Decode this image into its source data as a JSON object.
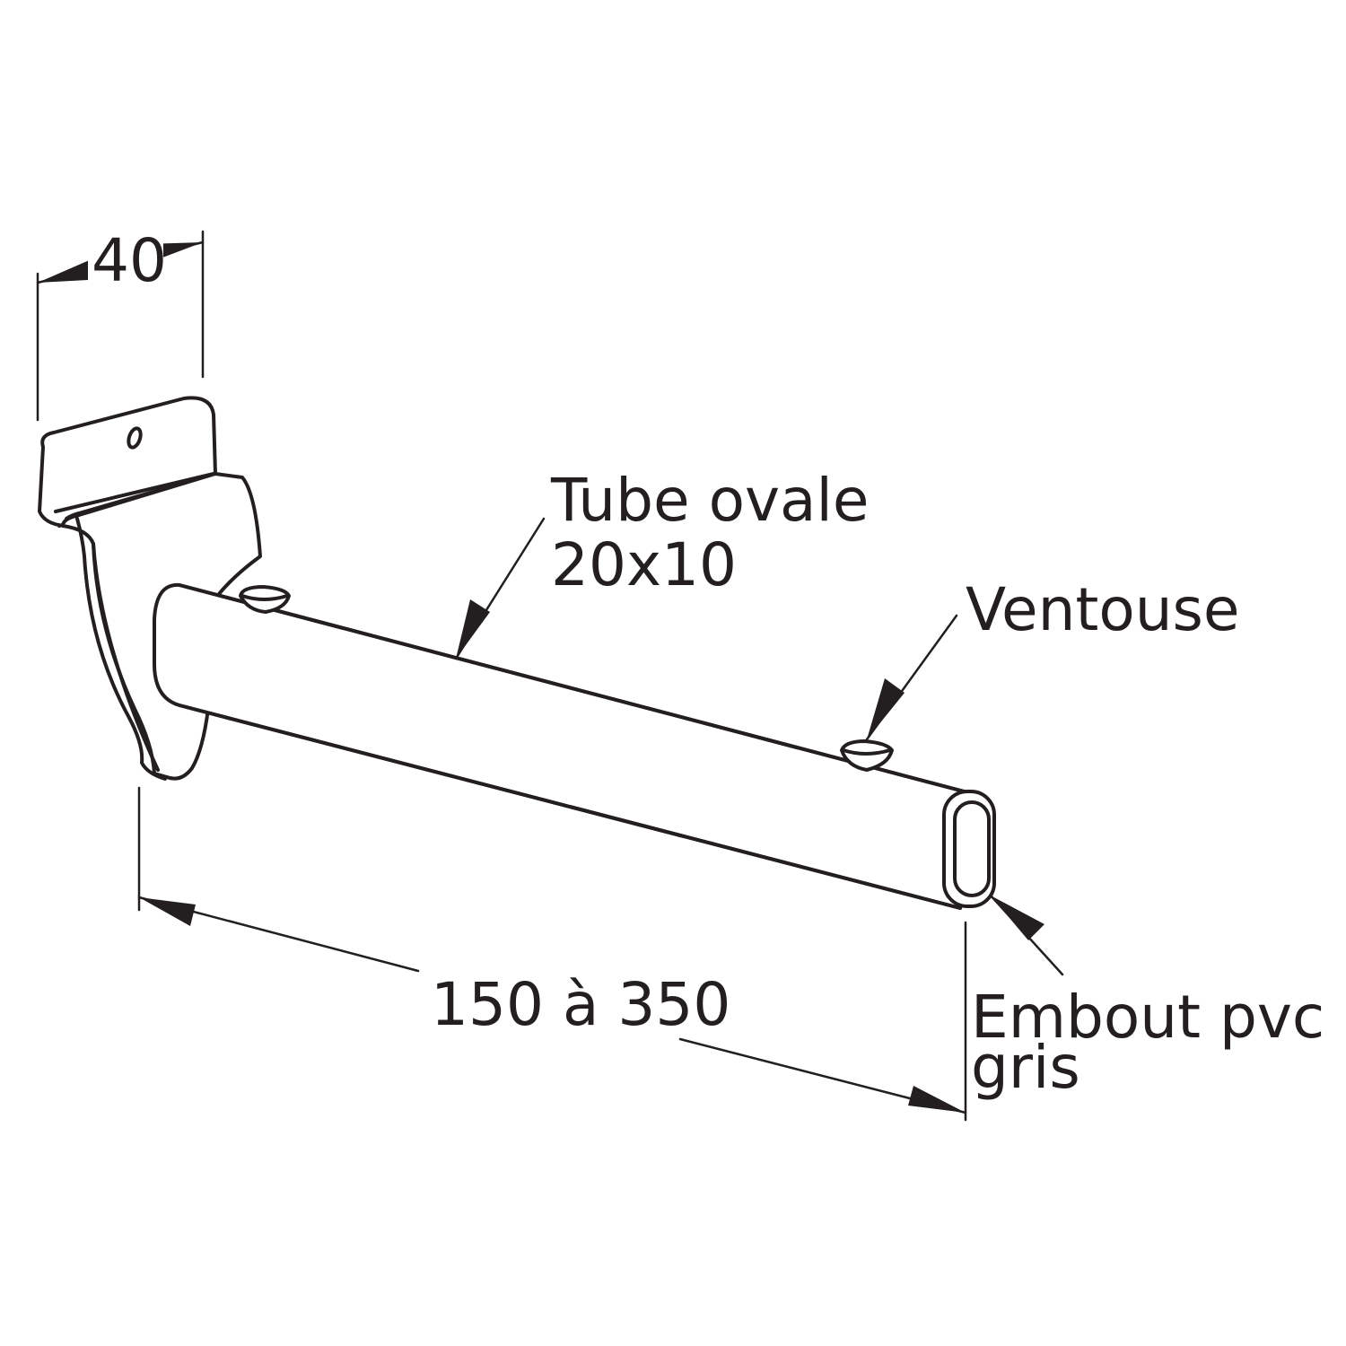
{
  "diagram": {
    "width_dimension": "40",
    "tube_label_line1": "Tube ovale",
    "tube_label_line2": "20x10",
    "suction_label": "Ventouse",
    "length_dimension": "150 à 350",
    "endcap_label_line1": "Embout pvc",
    "endcap_label_line2": "gris"
  },
  "colors": {
    "ink": "#231f20",
    "background": "#ffffff"
  }
}
